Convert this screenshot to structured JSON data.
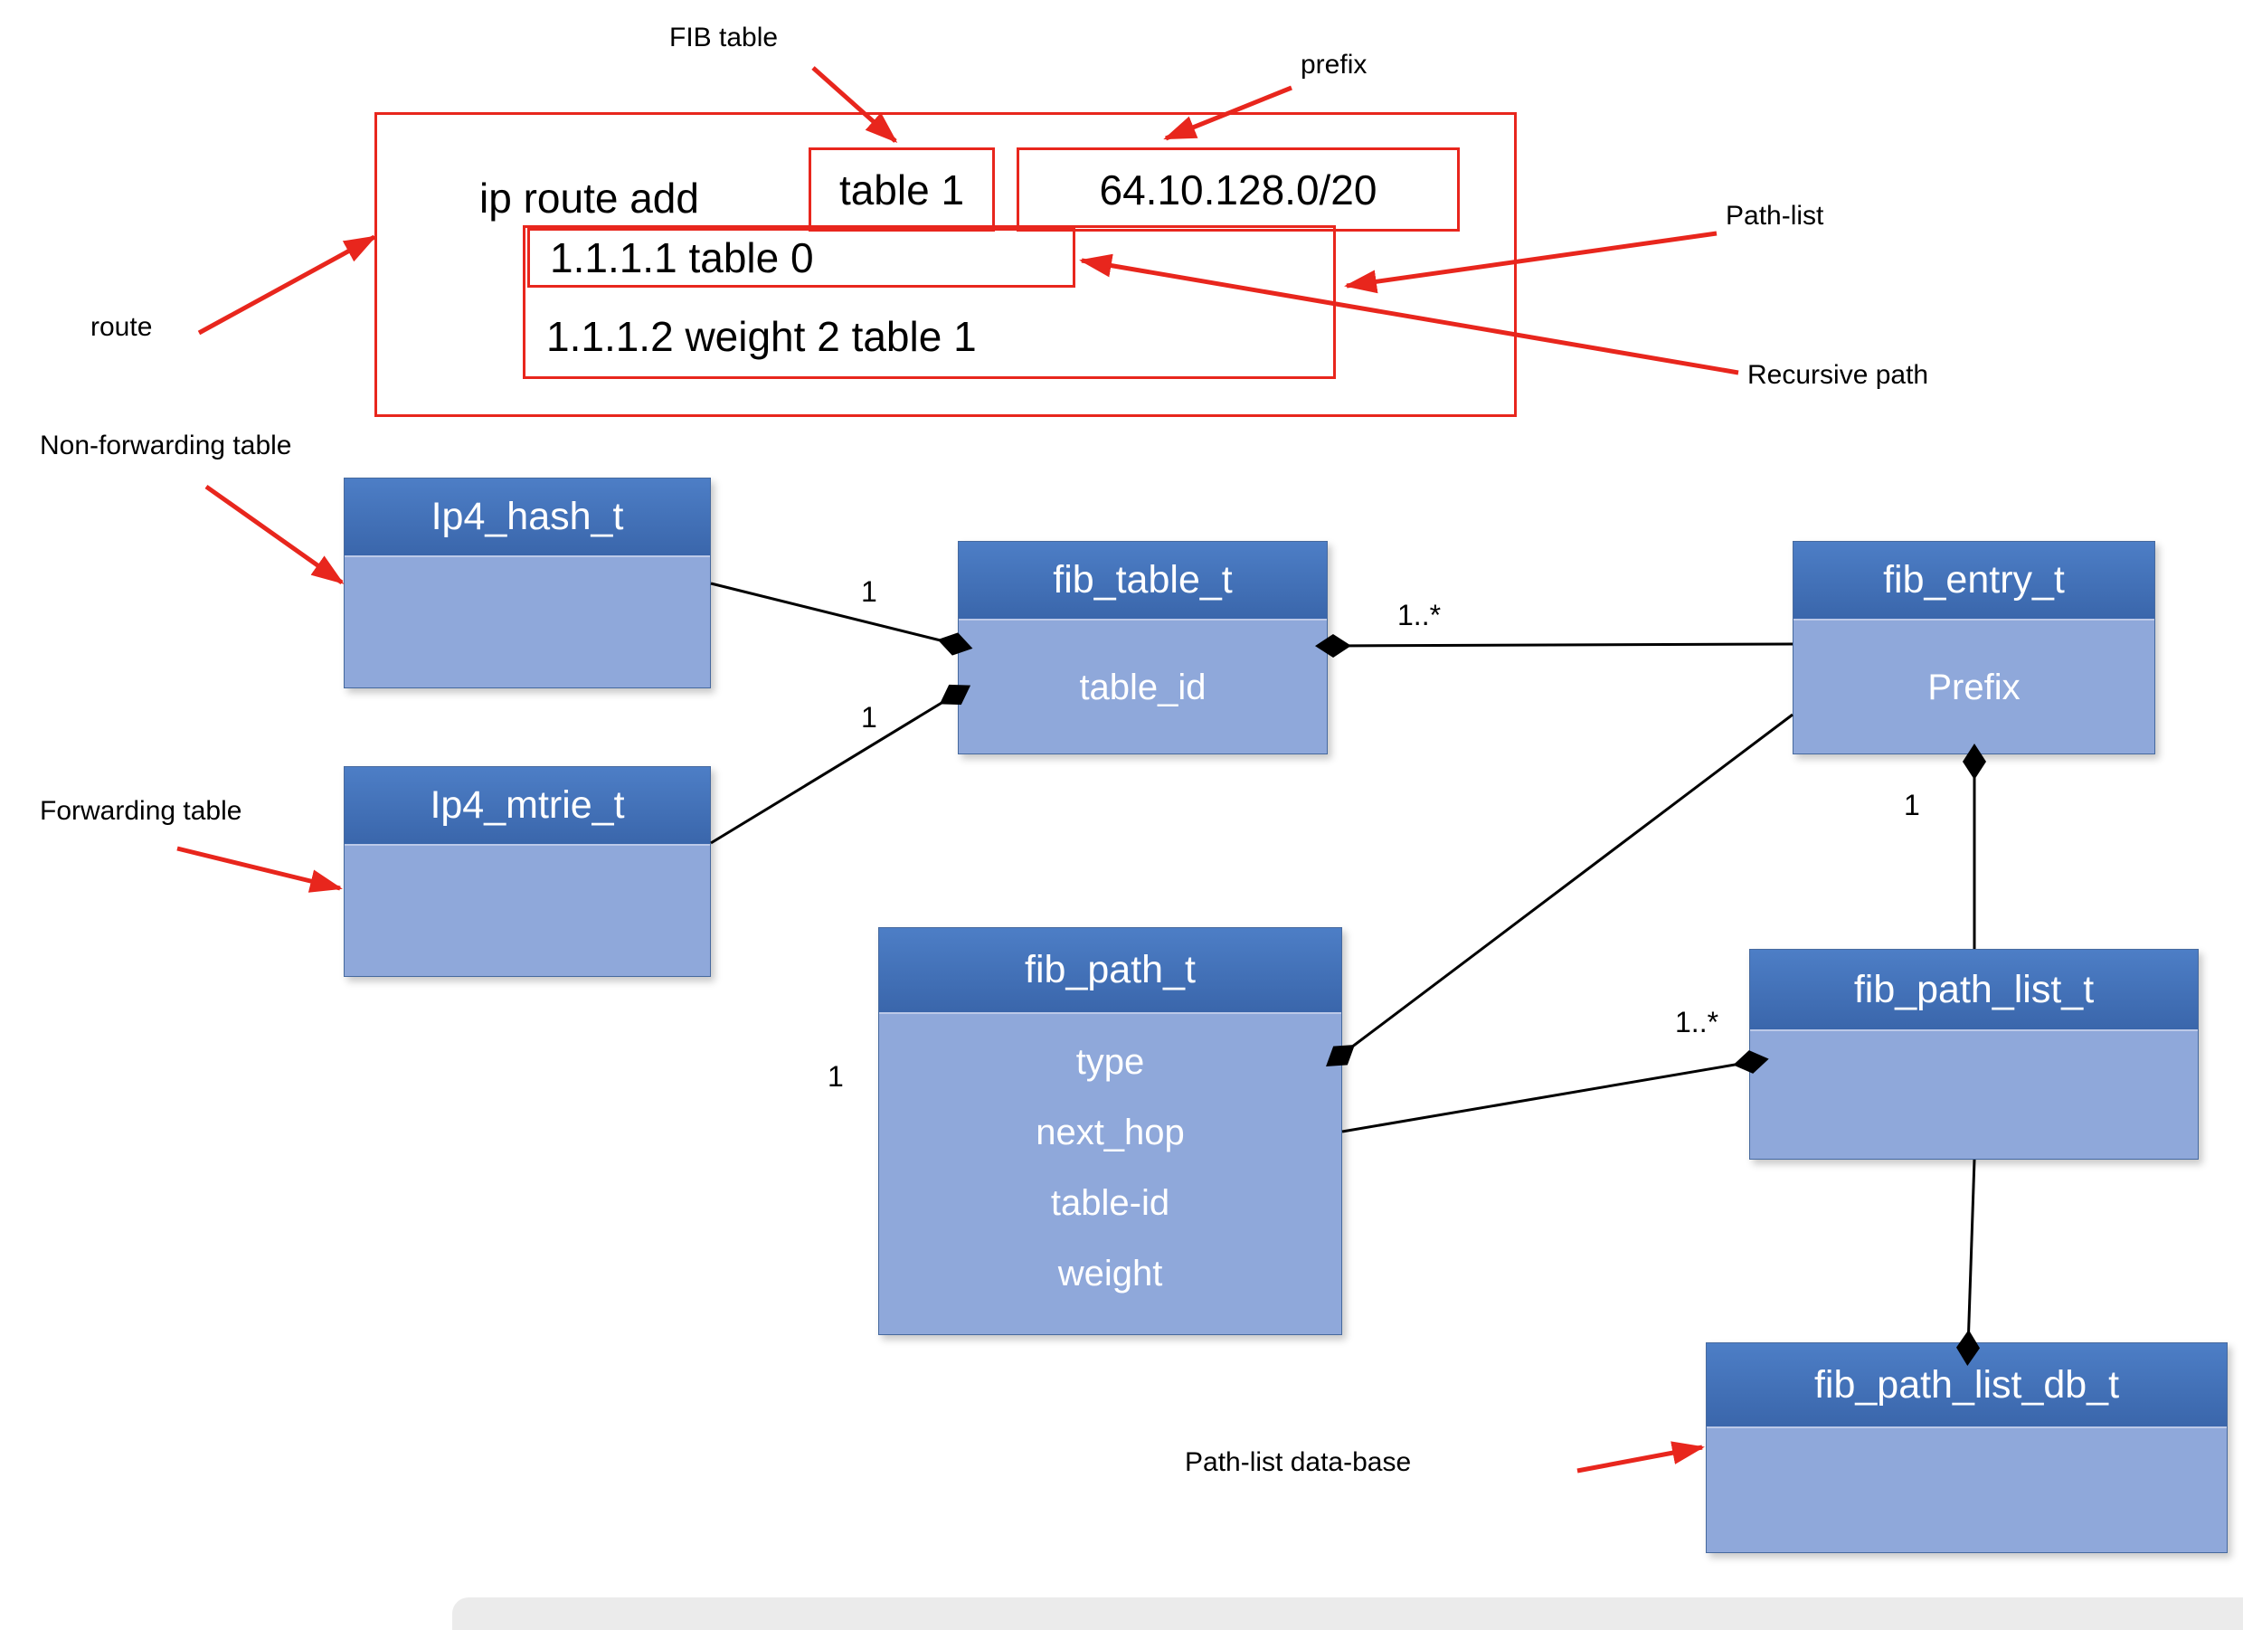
{
  "colors": {
    "class_header_blue": "#3e6db5",
    "class_body_blue": "#8fa8da",
    "annotation_red": "#e8261d",
    "connector_black": "#000000"
  },
  "route_statement": {
    "command": "ip route add",
    "fib_table_value": "table 1",
    "prefix_value": "64.10.128.0/20",
    "recursive_path": "1.1.1.1 table 0",
    "weighted_path": "1.1.1.2 weight 2 table 1"
  },
  "annotations": {
    "fib_table": "FIB table",
    "prefix": "prefix",
    "path_list": "Path-list",
    "route": "route",
    "recursive_path": "Recursive path",
    "non_forwarding_table": "Non-forwarding table",
    "forwarding_table": "Forwarding table",
    "path_list_database": "Path-list data-base"
  },
  "classes": {
    "ip4_hash": {
      "name": "Ip4_hash_t"
    },
    "ip4_mtrie": {
      "name": "Ip4_mtrie_t"
    },
    "fib_table": {
      "name": "fib_table_t",
      "attr": "table_id"
    },
    "fib_entry": {
      "name": "fib_entry_t",
      "attr": "Prefix"
    },
    "fib_path": {
      "name": "fib_path_t",
      "attrs": [
        "type",
        "next_hop",
        "table-id",
        "weight"
      ]
    },
    "fib_path_list": {
      "name": "fib_path_list_t"
    },
    "fib_path_list_db": {
      "name": "fib_path_list_db_t"
    }
  },
  "multiplicities": {
    "hash_to_table": "1",
    "mtrie_to_table": "1",
    "table_to_entry": "1..*",
    "entry_to_path_list": "1",
    "entry_to_path": "1",
    "path_to_path_list": "1..*"
  }
}
